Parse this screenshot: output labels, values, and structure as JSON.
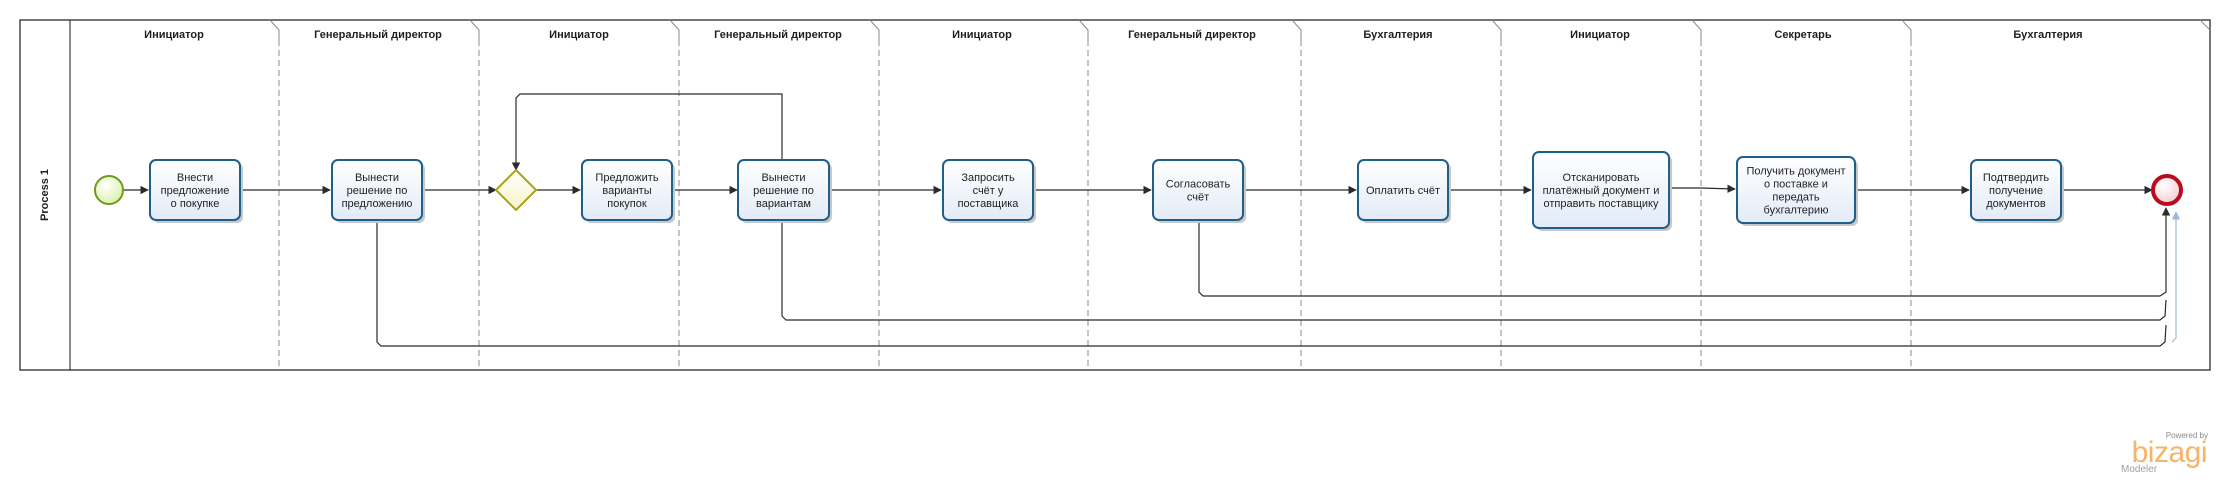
{
  "pool": {
    "title": "Process 1"
  },
  "lanes": [
    "Инициатор",
    "Генеральный директор",
    "Инициатор",
    "Генеральный директор",
    "Инициатор",
    "Генеральный директор",
    "Бухгалтерия",
    "Инициатор",
    "Секретарь",
    "Бухгалтерия"
  ],
  "tasks": {
    "t1": [
      "Внести",
      "предложение",
      "о покупке"
    ],
    "t2": [
      "Вынести",
      "решение по",
      "предложению"
    ],
    "t3": [
      "Предложить",
      "варианты",
      "покупок"
    ],
    "t4": [
      "Вынести",
      "решение по",
      "вариантам"
    ],
    "t5": [
      "Запросить",
      "счёт у",
      "поставщика"
    ],
    "t6": [
      "Согласовать",
      "счёт"
    ],
    "t7": [
      "Оплатить счёт"
    ],
    "t8": [
      "Отсканировать",
      "платёжный документ и",
      "отправить поставщику"
    ],
    "t9": [
      "Получить документ",
      "о поставке и",
      "передать",
      "бухгалтерию"
    ],
    "t10": [
      "Подтвердить",
      "получение",
      "документов"
    ]
  },
  "events": {
    "start": "start-event",
    "end": "end-event",
    "gateway": "exclusive-gateway"
  },
  "colors": {
    "task_border": "#1f5f8b",
    "start_border": "#6f9a18",
    "end_border": "#b80c1f",
    "gateway_border": "#a8a318",
    "logo": "#f5b469"
  },
  "branding": {
    "powered_by": "Powered by",
    "name": "bizagi",
    "product": "Modeler"
  }
}
